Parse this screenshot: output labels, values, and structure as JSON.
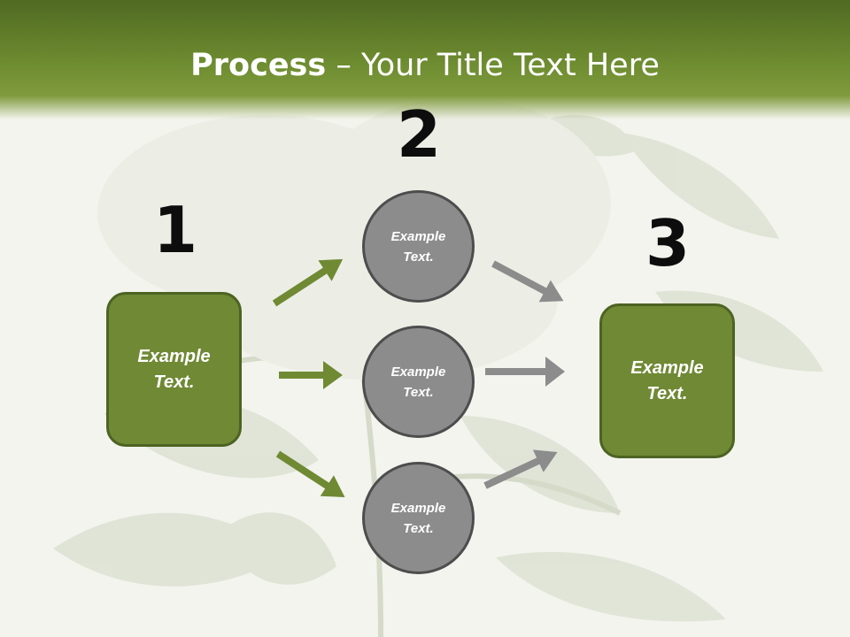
{
  "slide": {
    "title_bold": "Process",
    "title_rest": " – Your Title Text Here"
  },
  "steps": {
    "one": "1",
    "two": "2",
    "three": "3"
  },
  "boxes": {
    "left_text": "Example Text.",
    "right_text": "Example Text."
  },
  "circles": [
    {
      "text": "Example Text."
    },
    {
      "text": "Example Text."
    },
    {
      "text": "Example Text."
    }
  ],
  "colors": {
    "header_green": "#6f8d31",
    "box_green": "#708935",
    "arrow_green": "#6f8a33",
    "arrow_gray": "#8c8c8c",
    "circle_gray": "#8c8c8c"
  }
}
